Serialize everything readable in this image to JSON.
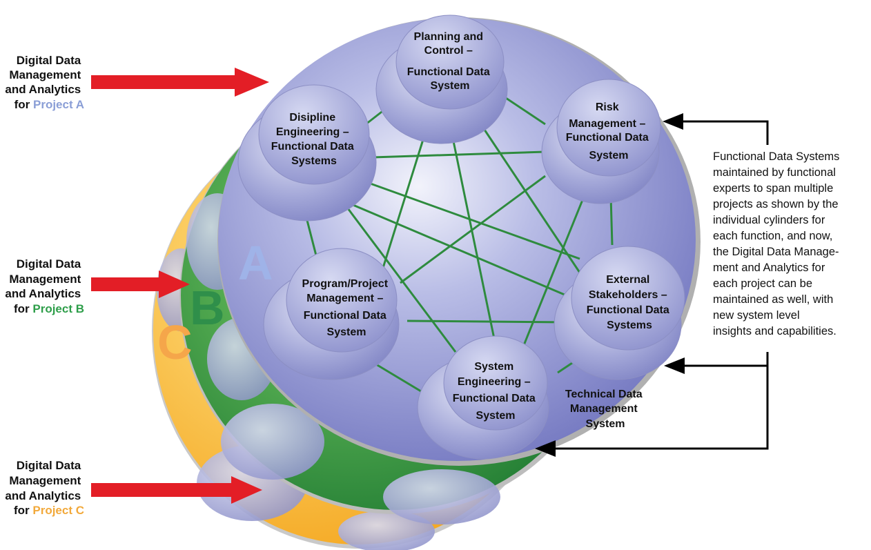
{
  "labels": {
    "project_a": {
      "lines": [
        "Digital Data",
        "Management",
        "and Analytics"
      ],
      "prefix": "for ",
      "project": "Project A",
      "color": "#8A9ED6"
    },
    "project_b": {
      "lines": [
        "Digital Data",
        "Management",
        "and Analytics"
      ],
      "prefix": "for ",
      "project": "Project B",
      "color": "#2E9E4A"
    },
    "project_c": {
      "lines": [
        "Digital Data",
        "Management",
        "and Analytics"
      ],
      "prefix": "for ",
      "project": "Project C",
      "color": "#F2A93B"
    }
  },
  "layers": {
    "a": {
      "letter": "A",
      "color": "#9FB3E8"
    },
    "b": {
      "letter": "B",
      "color": "#2F8F4A"
    },
    "c": {
      "letter": "C",
      "color": "#F5A64A"
    }
  },
  "nodes": {
    "planning": [
      "Planning and",
      "Control –",
      "Functional Data",
      "System"
    ],
    "discipline": [
      "Disipline",
      "Engineering –",
      "Functional Data",
      "Systems"
    ],
    "risk": [
      "Risk",
      "Management –",
      "Functional Data",
      "System"
    ],
    "program": [
      "Program/Project",
      "Management –",
      "Functional Data",
      "System"
    ],
    "external": [
      "External",
      "Stakeholders –",
      "Functional Data",
      "Systems"
    ],
    "system_eng": [
      "System",
      "Engineering –",
      "Functional Data",
      "System"
    ]
  },
  "technical": [
    "Technical Data",
    "Management",
    "System"
  ],
  "description": [
    "Functional Data Systems",
    "maintained by functional",
    "experts to span multiple",
    "projects as shown by the",
    "individual cylinders for",
    "each function, and now,",
    "the Digital Data Manage-",
    "ment and Analytics for",
    "each project can be",
    "maintained as well, with",
    "new system level",
    "insights and capabilities."
  ],
  "colors": {
    "red_arrow": "#E31E26",
    "disc_a": "#8E93D4",
    "disc_b": "#2E8F3E",
    "disc_c": "#F6C21A",
    "connector": "#2E8B3E"
  }
}
